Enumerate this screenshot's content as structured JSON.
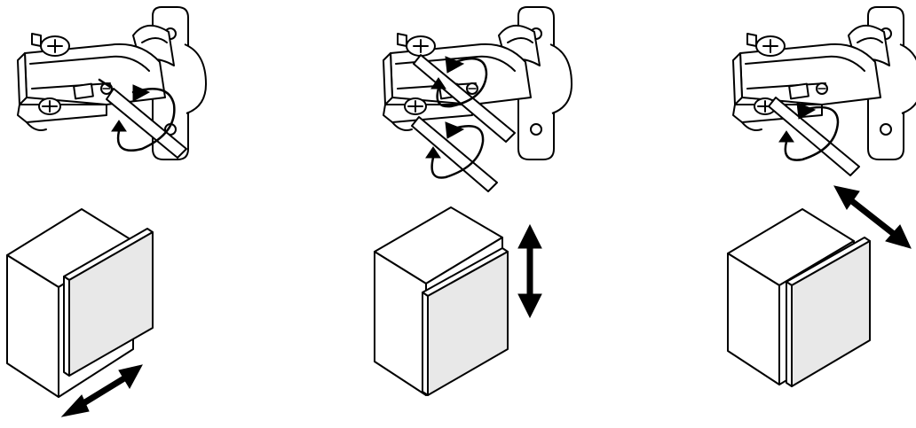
{
  "panels": [
    {
      "id": "side",
      "adjustment": "side-to-side",
      "screw": "front"
    },
    {
      "id": "height",
      "adjustment": "up-down",
      "screw": "both"
    },
    {
      "id": "depth",
      "adjustment": "in-out",
      "screw": "rear"
    }
  ],
  "colors": {
    "line": "#000000",
    "door": "#e8e8e8",
    "cabinet": "#ffffff"
  }
}
